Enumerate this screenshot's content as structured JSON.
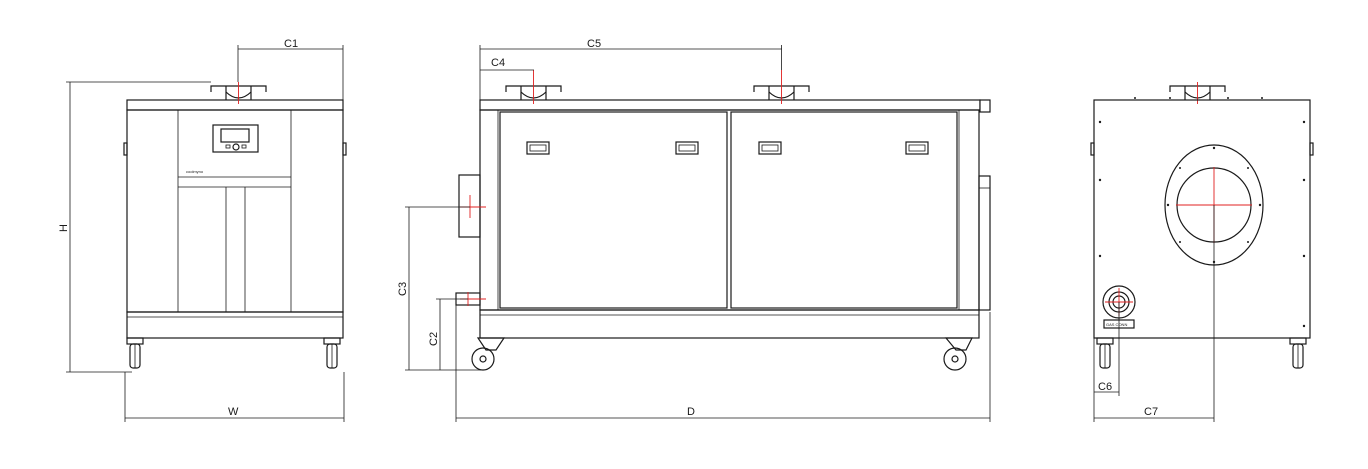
{
  "front_view": {
    "dim_labels": {
      "c1": "C1",
      "h": "H",
      "w": "W"
    },
    "brand_text": "coolmyno"
  },
  "side_view": {
    "dim_labels": {
      "c2": "C2",
      "c3": "C3",
      "c4": "C4",
      "c5": "C5",
      "d": "D"
    }
  },
  "rear_view": {
    "dim_labels": {
      "c6": "C6",
      "c7": "C7"
    },
    "plate_text": "GAS CONN"
  }
}
